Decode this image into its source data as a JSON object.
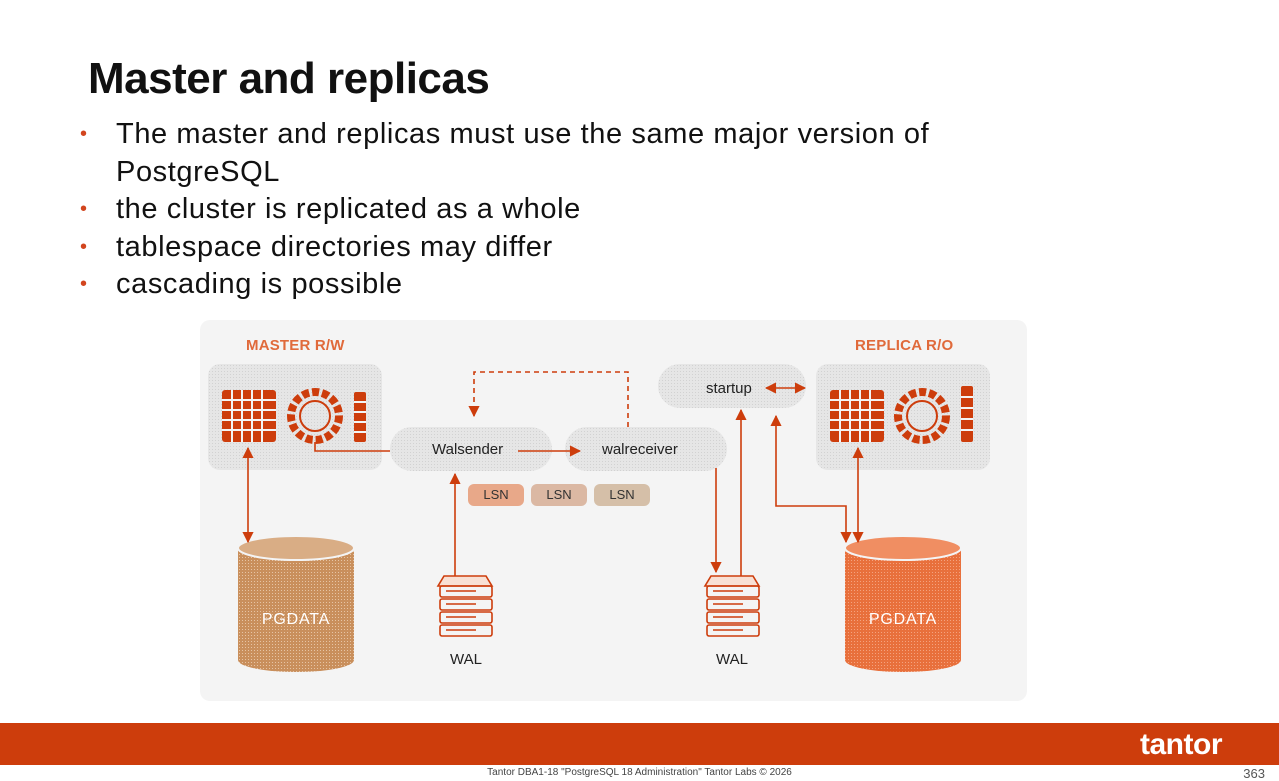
{
  "slide": {
    "title": "Master and replicas",
    "bullets": [
      "The master and replicas must use the same major version of PostgreSQL",
      "the cluster is replicated as a whole",
      "tablespace directories may differ",
      "cascading is possible"
    ]
  },
  "diagram": {
    "master_label": "MASTER R/W",
    "replica_label": "REPLICA R/O",
    "processes": {
      "walsender": "Walsender",
      "walreceiver": "walreceiver",
      "startup": "startup"
    },
    "lsn_labels": [
      "LSN",
      "LSN",
      "LSN"
    ],
    "master_pgdata": "PGDATA",
    "replica_pgdata": "PGDATA",
    "master_wal": "WAL",
    "replica_wal": "WAL"
  },
  "footer": {
    "text": "Tantor DBA1-18 \"PostgreSQL 18 Administration\" Tantor Labs © 2026",
    "page_number": "363",
    "logo": "tantor"
  },
  "colors": {
    "accent": "#cd3d0c",
    "orange_light": "#e06a3b",
    "tan": "#c98f5c"
  }
}
